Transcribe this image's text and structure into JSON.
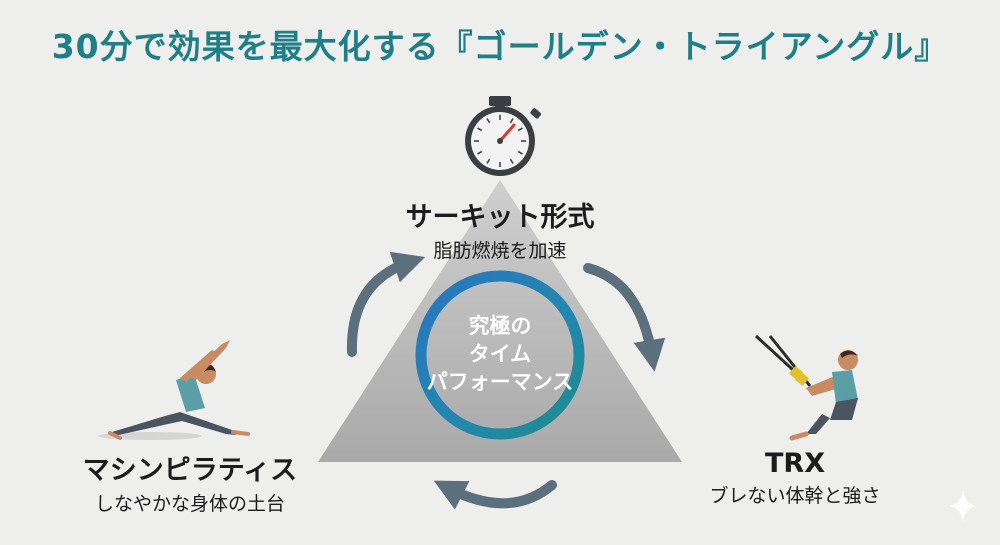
{
  "title": "30分で効果を最大化する『ゴールデン・トライアングル』",
  "center": {
    "line1": "究極の",
    "line2": "タイム",
    "line3": "パフォーマンス"
  },
  "top": {
    "heading": "サーキット形式",
    "sub": "脂肪燃焼を加速"
  },
  "left": {
    "heading": "マシンピラティス",
    "sub": "しなやかな身体の土台"
  },
  "right": {
    "heading": "TRX",
    "sub": "ブレない体幹と強さ"
  },
  "colors": {
    "title": "#1f7f86",
    "ring_teal": "#1d8e8d",
    "ring_blue": "#2a76bd",
    "arrow": "#5c6f7d",
    "triangle": "#b5b5b5"
  },
  "icons": [
    "stopwatch-icon",
    "yoga-figure-icon",
    "trx-figure-icon",
    "sparkle-icon"
  ]
}
